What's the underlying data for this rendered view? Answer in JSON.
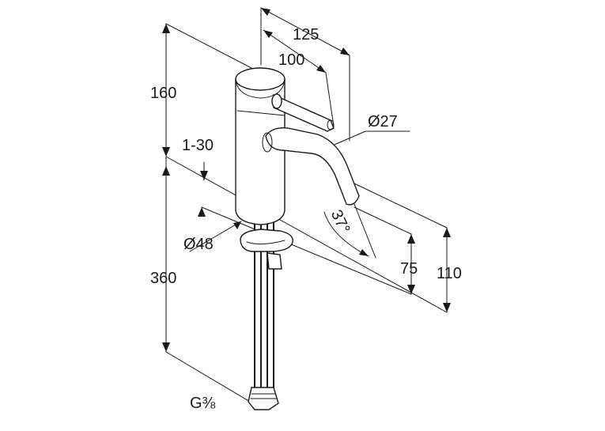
{
  "diagram": {
    "dimensions": {
      "d125": "125",
      "d100": "100",
      "d160": "160",
      "d1_30": "1-30",
      "dia27": "Ø27",
      "d37": "37°",
      "dia48": "Ø48",
      "d75": "75",
      "d110": "110",
      "d360": "360",
      "thread": "G⅜"
    }
  }
}
